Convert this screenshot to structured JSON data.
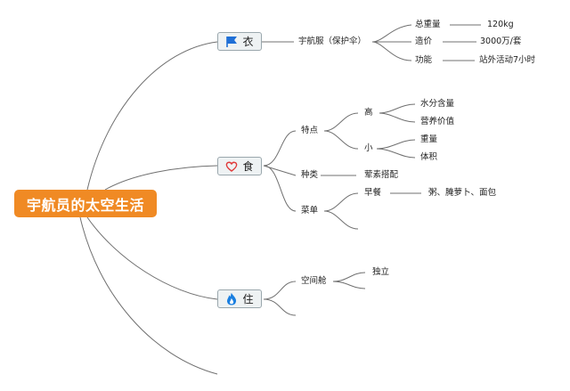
{
  "root": {
    "label": "宇航员的太空生活"
  },
  "branches": {
    "clothing": {
      "label": "衣",
      "icon": "blue-flag-icon",
      "color": "#1f6fd6"
    },
    "food": {
      "label": "食",
      "icon": "red-heart-icon",
      "color": "#e03a3a"
    },
    "housing": {
      "label": "住",
      "icon": "blue-flame-icon",
      "color": "#1a7fe0"
    }
  },
  "clothing": {
    "suit": "宇航服（保护伞）",
    "weight_label": "总重量",
    "weight_value": "120kg",
    "cost_label": "造价",
    "cost_value": "3000万/套",
    "function_label": "功能",
    "function_value": "站外活动7小时"
  },
  "food": {
    "features": "特点",
    "high": "高",
    "water": "水分含量",
    "nutrition": "营养价值",
    "low": "小",
    "weight": "重量",
    "volume": "体积",
    "kinds": "种类",
    "kinds_value": "荤素搭配",
    "menu": "菜单",
    "breakfast": "早餐",
    "breakfast_value": "粥、腌萝卜、面包"
  },
  "housing": {
    "cabin": "空间舱",
    "single": "独立"
  }
}
